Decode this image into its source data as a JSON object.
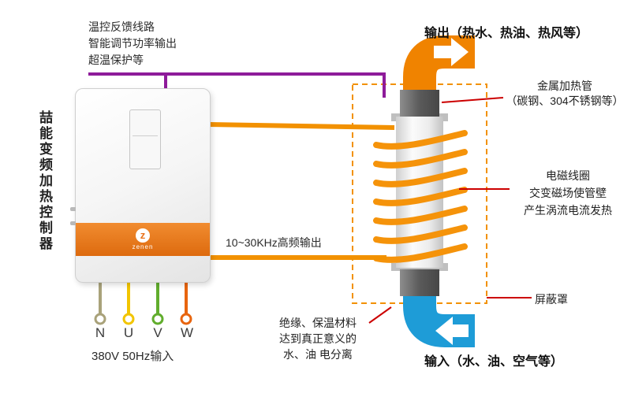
{
  "left_label": "喆能变频加热控制器",
  "controller": {
    "brand": "zenen",
    "logo_glyph": "z"
  },
  "feedback_note": {
    "lines": [
      "温控反馈线路",
      "智能调节功率输出",
      "超温保护等"
    ]
  },
  "hf_output_label": "10~30KHz高频输出",
  "power_input_label": "380V 50Hz输入",
  "terminals": [
    {
      "letter": "N",
      "color": "#a9a27a"
    },
    {
      "letter": "U",
      "color": "#f2c500"
    },
    {
      "letter": "V",
      "color": "#61ad2d"
    },
    {
      "letter": "W",
      "color": "#e8650f"
    }
  ],
  "output_label": "输出（热水、热油、热风等）",
  "input_label": "输入（水、油、空气等）",
  "annotations": {
    "metal_tube": {
      "lines": [
        "金属加热管",
        "（碳钢、304不锈钢等）"
      ]
    },
    "coil": {
      "lines": [
        "电磁线圈",
        "交变磁场使管壁",
        "产生涡流电流发热"
      ]
    },
    "shield": "屏蔽罩",
    "insulation": {
      "lines": [
        "绝缘、保温材料",
        "达到真正意义的",
        "水、油 电分离"
      ]
    }
  },
  "colors": {
    "purple_line": "#8e1b9a",
    "orange": "#f29100",
    "pipe_orange": "#f08300",
    "blue": "#1e9cd7",
    "red_pointer": "#cc0000",
    "band_orange": "#e9731c"
  }
}
